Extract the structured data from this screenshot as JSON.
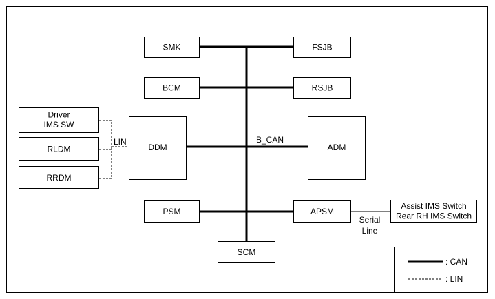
{
  "modules": {
    "smk": "SMK",
    "fsjb": "FSJB",
    "bcm": "BCM",
    "rsjb": "RSJB",
    "ddm": "DDM",
    "adm": "ADM",
    "psm": "PSM",
    "apsm": "APSM",
    "scm": "SCM",
    "driver_ims_sw": [
      "Driver",
      "IMS SW"
    ],
    "rldm": "RLDM",
    "rrdm": "RRDM",
    "assist_ims_switch": [
      "Assist IMS Switch",
      "Rear RH IMS Switch"
    ]
  },
  "bus_labels": {
    "b_can": "B_CAN",
    "lin": "LIN",
    "serial_line": [
      "Serial",
      "Line"
    ]
  },
  "legend": {
    "can": ": CAN",
    "lin": ": LIN"
  }
}
